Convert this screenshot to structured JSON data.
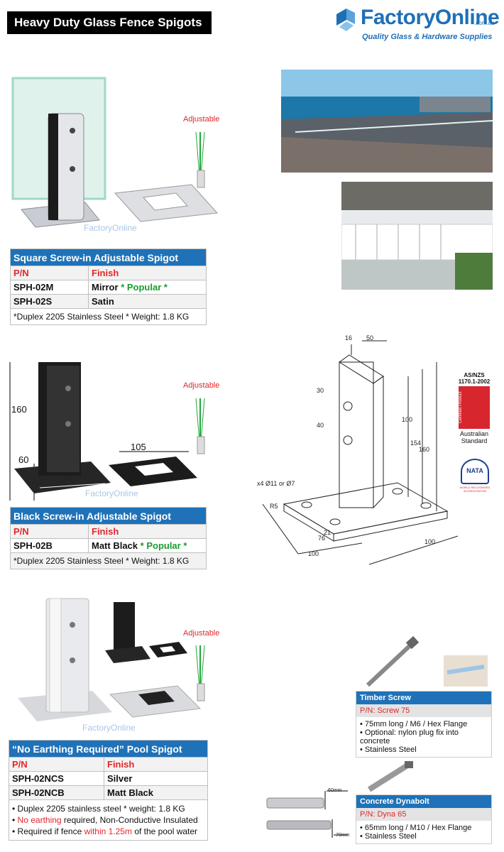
{
  "header": {
    "title": "Heavy Duty Glass Fence Spigots",
    "logo_name": "FactoryOnline",
    "logo_suffix": ".com.au",
    "logo_tagline": "Quality Glass & Hardware Supplies"
  },
  "adjustable_label": "Adjustable",
  "watermark": "FactoryOnline",
  "square": {
    "title": "Square Screw-in Adjustable Spigot",
    "col_pn": "P/N",
    "col_finish": "Finish",
    "rows": [
      {
        "pn": "SPH-02M",
        "finish": "Mirror",
        "tag": "* Popular *"
      },
      {
        "pn": "SPH-02S",
        "finish": "Satin",
        "tag": ""
      }
    ],
    "note": "*Duplex 2205 Stainless Steel * Weight: 1.8 KG"
  },
  "black": {
    "title": "Black Screw-in Adjustable Spigot",
    "col_pn": "P/N",
    "col_finish": "Finish",
    "rows": [
      {
        "pn": "SPH-02B",
        "finish": "Matt Black",
        "tag": "* Popular *"
      }
    ],
    "note": "*Duplex 2205 Stainless Steel * Weight: 1.8 KG",
    "dims": {
      "height": "160",
      "base": "60",
      "width": "76",
      "plate": "105"
    }
  },
  "pool": {
    "title": "“No Earthing Required” Pool Spigot",
    "col_pn": "P/N",
    "col_finish": "Finish",
    "rows": [
      {
        "pn": "SPH-02NCS",
        "finish": "Silver"
      },
      {
        "pn": "SPH-02NCB",
        "finish": "Matt Black"
      }
    ],
    "bullet1": "Duplex 2205 stainless steel * weight: 1.8 KG",
    "bullet2_red": "No earthing",
    "bullet2_rest": " required, Non-Conductive Insulated",
    "bullet3_a": "Required if fence ",
    "bullet3_red": "within 1.25m",
    "bullet3_b": " of the pool water"
  },
  "drawing": {
    "d16": "16",
    "d50": "50",
    "d30": "30",
    "d40": "40",
    "d100": "100",
    "d154": "154",
    "d160": "160",
    "holes": "x4 Ø11 or Ø7",
    "r5": "R5",
    "d21": "21",
    "d76": "76",
    "base_w": "100",
    "base_d": "100"
  },
  "cert": {
    "std_line1": "AS/NZS",
    "std_line2": "1170.1-2002",
    "certified": "Certified Product",
    "aus1": "Australian",
    "aus2": "Standard",
    "nata": "NATA",
    "nata_sub": "WORLD RECOGNISED ACCREDITATION"
  },
  "timber": {
    "title": "Timber Screw",
    "pn": "P/N: Screw 75",
    "b1": "75mm long / M6 / Hex Flange",
    "b2": "Optional: nylon plug fix into concrete",
    "b3": "Stainless Steel"
  },
  "dyna": {
    "title": "Concrete Dynabolt",
    "pn": "P/N: Dyna 65",
    "b1": "65mm long / M10 / Hex Flange",
    "b2": "Stainless Steel",
    "len60": "60mm",
    "len70": "70mm"
  }
}
